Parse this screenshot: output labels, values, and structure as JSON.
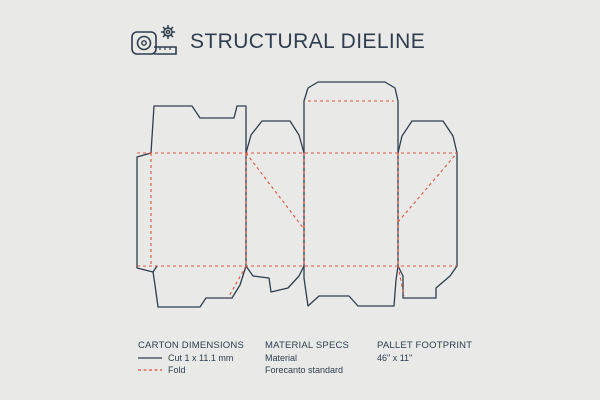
{
  "header": {
    "title": "STRUCTURAL DIELINE",
    "icon": "tape-measure-gear-icon"
  },
  "colors": {
    "cut_line": "#2e3d4f",
    "fold_line": "#e0523c",
    "background": "#e9e9e7"
  },
  "legend": {
    "carton_dimensions": {
      "heading": "CARTON DIMENSIONS",
      "cut_label": "Cut 1 x 11.1 mm",
      "fold_label": "Fold"
    },
    "material_specs": {
      "heading": "MATERIAL SPECS",
      "line1": "Material",
      "line2": "Forecanto standard"
    },
    "pallet_footprint": {
      "heading": "PALLET FOOTPRINT",
      "value": "46\" x 11\""
    }
  }
}
